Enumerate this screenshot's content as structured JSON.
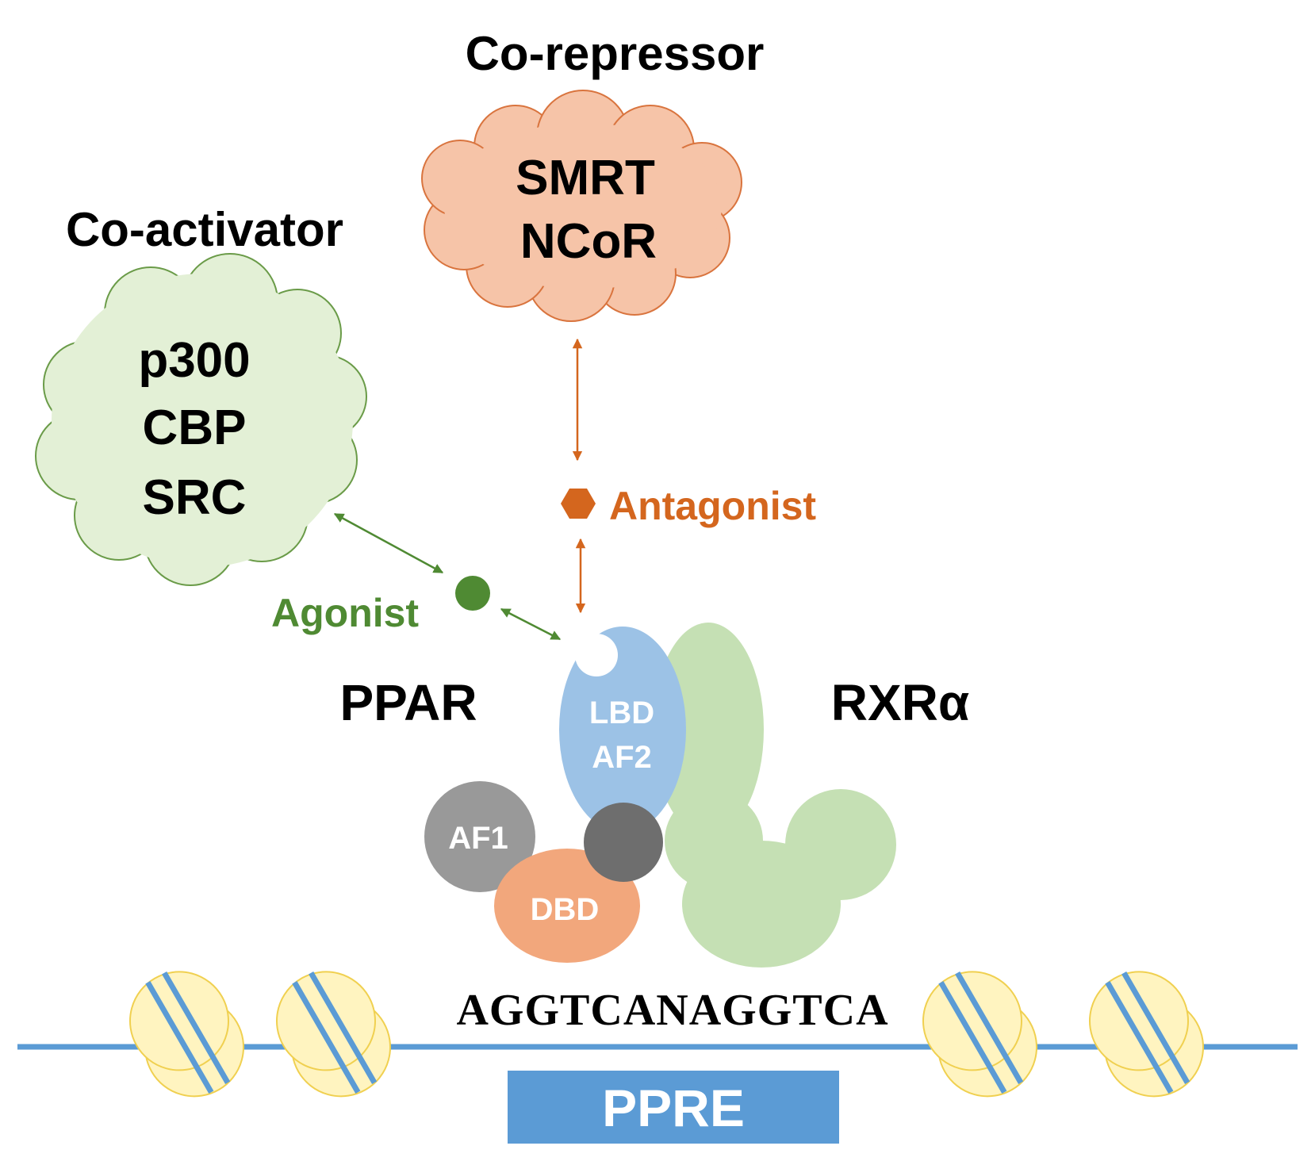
{
  "corepressor": {
    "heading": "Co-repressor",
    "proteins": [
      "SMRT",
      "NCoR"
    ]
  },
  "coactivator": {
    "heading": "Co-activator",
    "proteins": [
      "p300",
      "CBP",
      "SRC"
    ]
  },
  "ligands": {
    "antagonist": "Antagonist",
    "agonist": "Agonist"
  },
  "receptors": {
    "ppar": "PPAR",
    "rxr": "RXRα",
    "lbd": "LBD",
    "af2": "AF2",
    "af1": "AF1",
    "dbd": "DBD"
  },
  "dna": {
    "sequence": "AGGTCANAGGTCA",
    "element": "PPRE"
  },
  "colors": {
    "corepressor_fill": "#f6c4a8",
    "corepressor_stroke": "#d9743e",
    "coactivator_fill": "#e3f0d6",
    "coactivator_stroke": "#6a9b48",
    "antagonist": "#d4661e",
    "agonist": "#4f8a33",
    "lbd": "#9cc2e6",
    "rxr": "#c5e0b4",
    "af1": "#999999",
    "dark_domain": "#6e6e6e",
    "dbd": "#f2a77c",
    "dna": "#5b9bd5",
    "nucleosome_fill": "#fff4c0",
    "nucleosome_stroke": "#f0d050"
  }
}
